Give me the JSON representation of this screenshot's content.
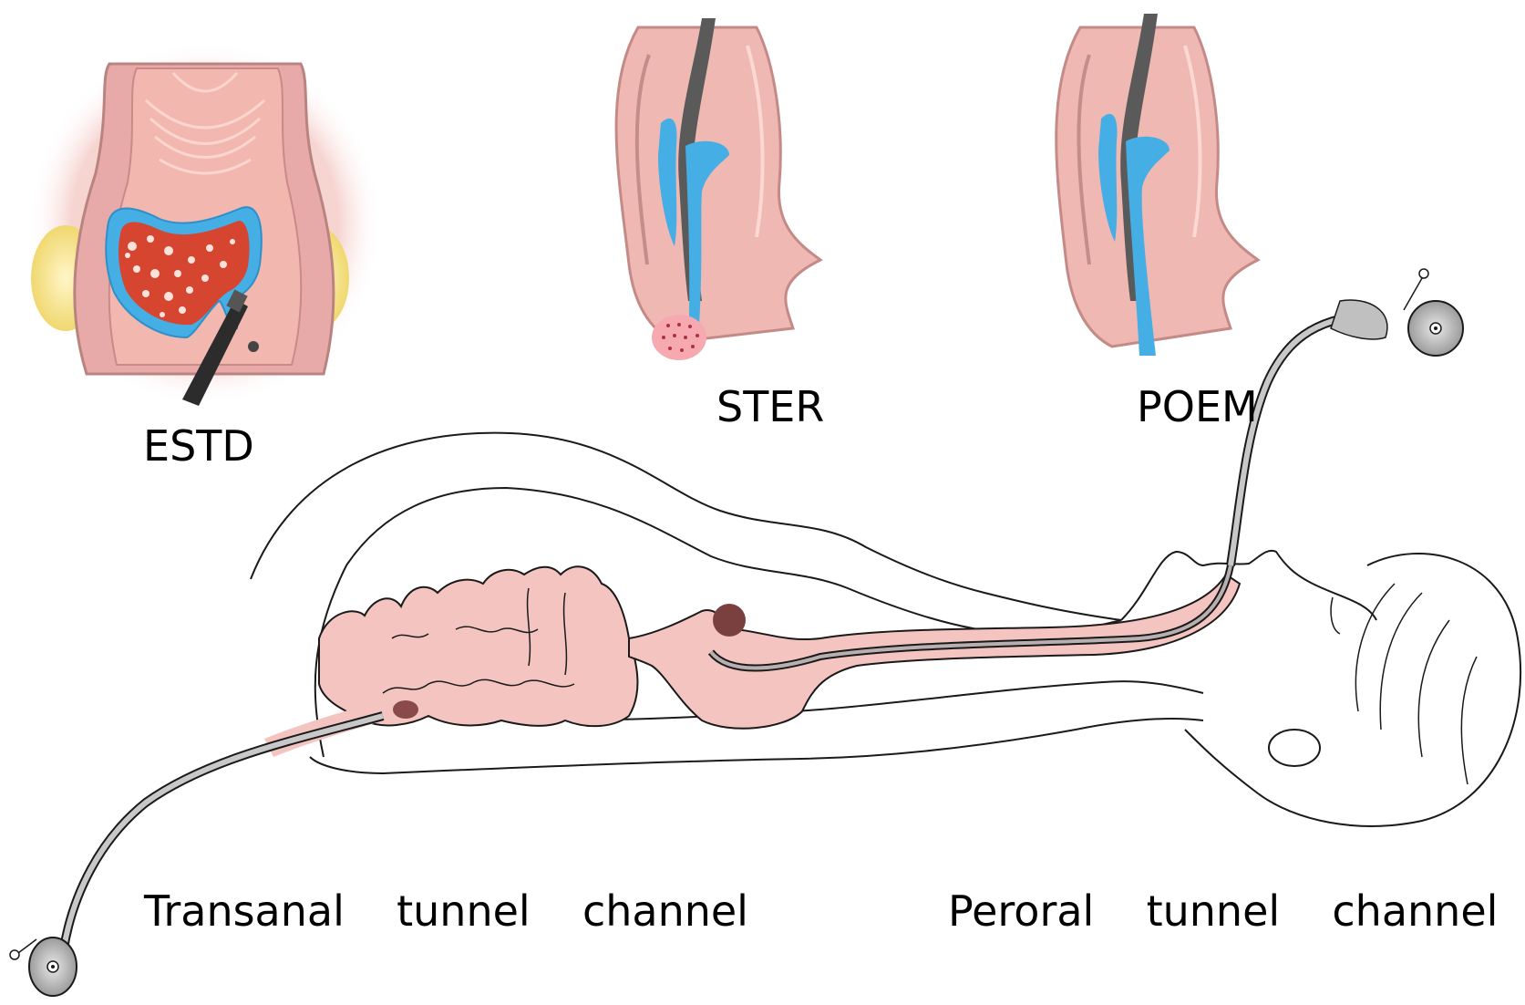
{
  "figure": {
    "procedures": [
      {
        "id": "estd",
        "label": "ESTD"
      },
      {
        "id": "ster",
        "label": "STER"
      },
      {
        "id": "poem",
        "label": "POEM"
      }
    ],
    "channels": [
      {
        "id": "transanal",
        "label": "Transanal  tunnel  channel"
      },
      {
        "id": "peroral",
        "label": "Peroral  tunnel  channel"
      }
    ],
    "colors": {
      "tissue_pink": "#f0b8b4",
      "tissue_dark": "#c98a88",
      "submucosal_blue": "#3fa9e0",
      "lesion_red": "#d2442f",
      "fat_yellow": "#f3e08a",
      "endoscope_gray": "#6b6b6b",
      "outline": "#1a1a1a"
    }
  }
}
